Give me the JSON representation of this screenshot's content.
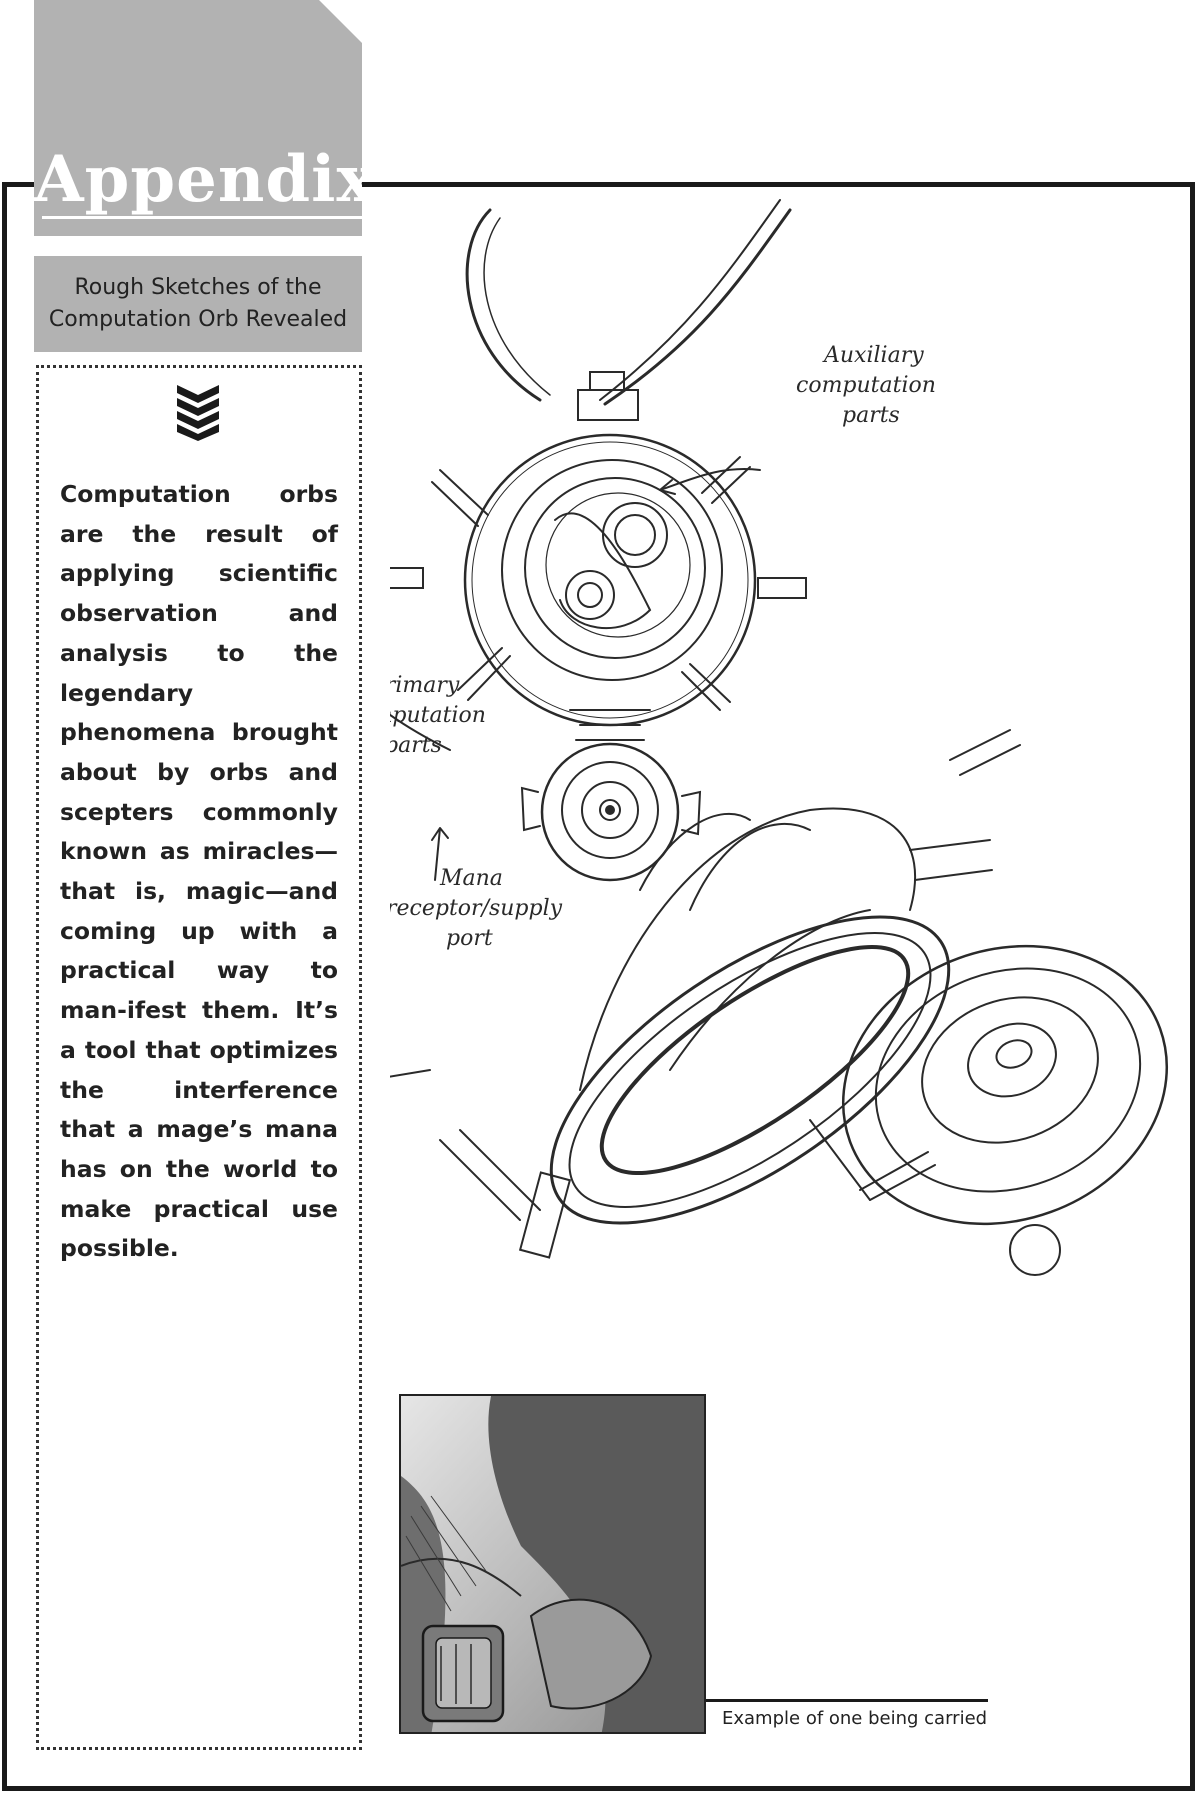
{
  "header": {
    "title": "Appendix",
    "subtitle_line1": "Rough Sketches of the",
    "subtitle_line2": "Computation Orb Revealed"
  },
  "body_text": "Computation orbs are the result of applying scientific observation and analysis to the legendary phenomena brought about by orbs and scepters commonly known as miracles—that is, magic—and coming up with a practical way to man-ifest them. It’s a tool that optimizes the interference that a mage’s mana has on the world to make practical use possible.",
  "annotations": {
    "auxiliary": [
      "Auxiliary",
      "computation",
      "parts"
    ],
    "primary": [
      "Primary",
      "computation",
      "parts"
    ],
    "mana": [
      "Mana",
      "receptor/supply",
      "port"
    ]
  },
  "caption": "Example of one being carried",
  "colors": {
    "tab_gray": "#b2b2b2",
    "frame": "#1a1a1a",
    "text": "#222222"
  }
}
